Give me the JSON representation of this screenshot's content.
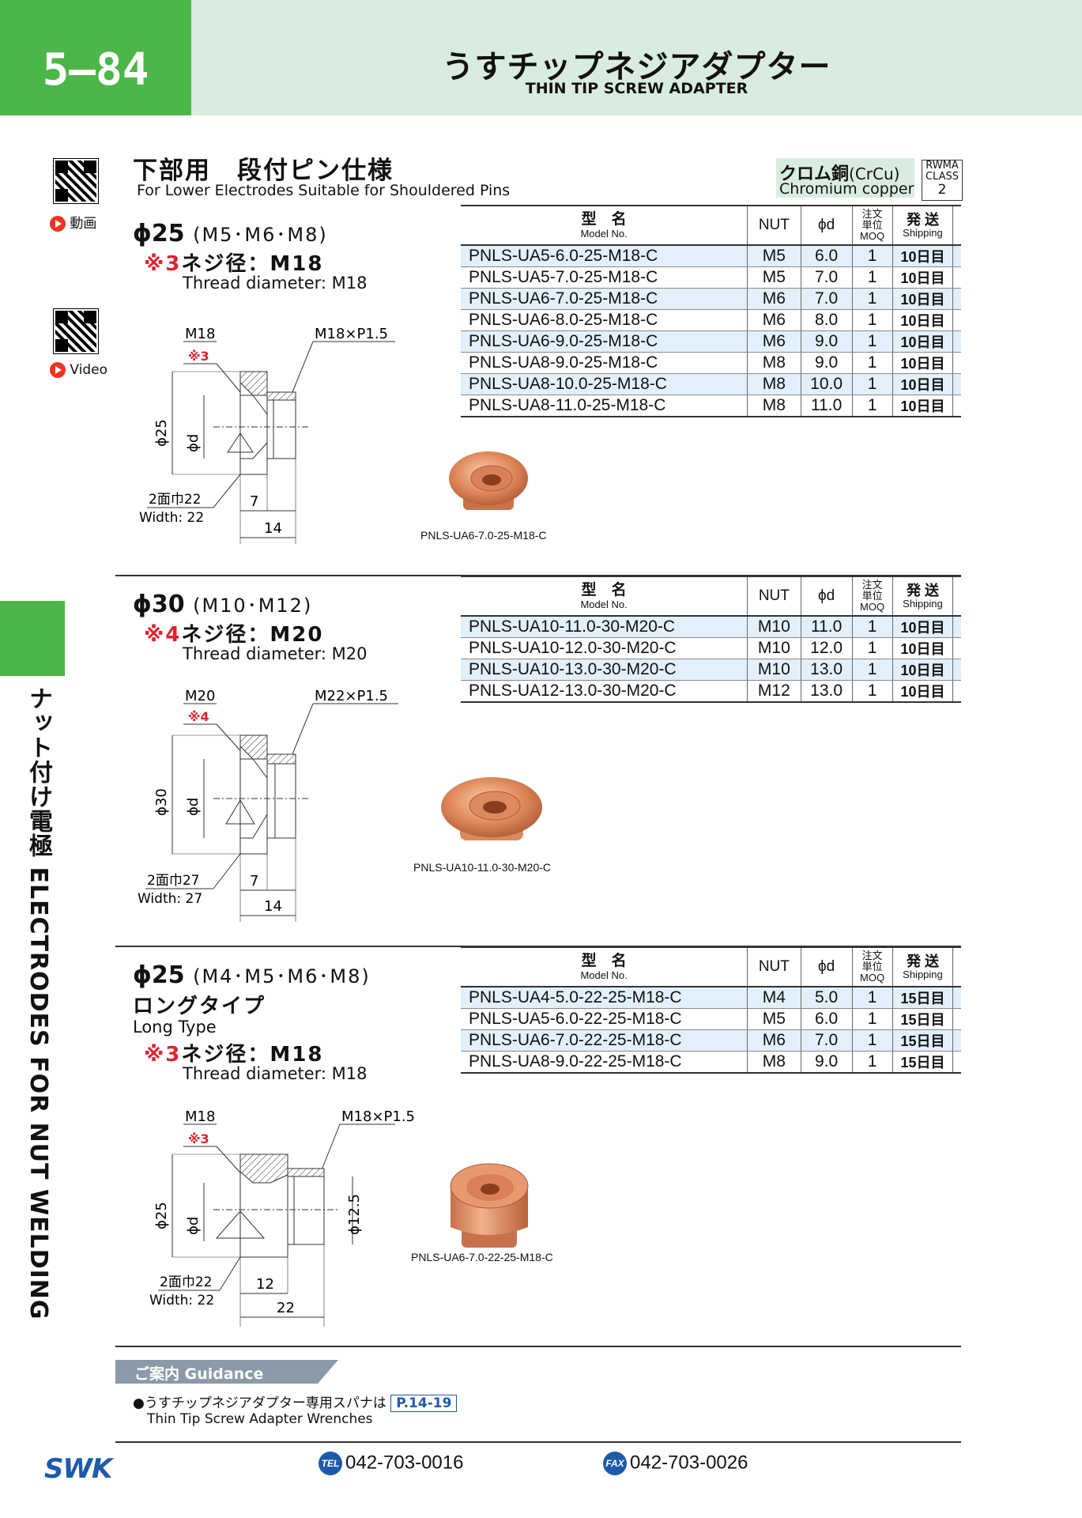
{
  "header": {
    "page_number": "5–84",
    "title_jp": "うすチップネジアダプター",
    "title_en": "THIN TIP SCREW ADAPTER"
  },
  "video": {
    "label_jp": "動画",
    "label_en": "Video"
  },
  "side": {
    "label_jp": "ナット付け電極",
    "label_en": "ELECTRODES FOR NUT WELDING"
  },
  "section": {
    "title_jp": "下部用　段付ピン仕様",
    "title_en": "For Lower Electrodes Suitable for Shouldered Pins"
  },
  "material": {
    "name_jp": "クロム銅",
    "code": "(CrCu)",
    "name_en": "Chromium copper"
  },
  "rwma": {
    "line1": "RWMA",
    "line2": "CLASS",
    "line3": "2"
  },
  "table_header": {
    "model_jp": "型　名",
    "model_en": "Model No.",
    "nut": "NUT",
    "d": "ϕd",
    "moq_jp1": "注文",
    "moq_jp2": "単位",
    "moq_en": "MOQ",
    "ship_jp": "発 送",
    "ship_en": "Shipping"
  },
  "groups": [
    {
      "phi": "ϕ25",
      "nuts": "(M5･M6･M8)",
      "long_jp": "",
      "long_en": "",
      "mark": "※3",
      "thread_jp": "ネジ径：M18",
      "thread_en": "Thread diameter: M18",
      "rows": [
        {
          "model": "PNLS-UA5-6.0-25-M18-C",
          "nut": "M5",
          "d": "6.0",
          "moq": "1",
          "ship": "10日目"
        },
        {
          "model": "PNLS-UA5-7.0-25-M18-C",
          "nut": "M5",
          "d": "7.0",
          "moq": "1",
          "ship": "10日目"
        },
        {
          "model": "PNLS-UA6-7.0-25-M18-C",
          "nut": "M6",
          "d": "7.0",
          "moq": "1",
          "ship": "10日目"
        },
        {
          "model": "PNLS-UA6-8.0-25-M18-C",
          "nut": "M6",
          "d": "8.0",
          "moq": "1",
          "ship": "10日目"
        },
        {
          "model": "PNLS-UA6-9.0-25-M18-C",
          "nut": "M6",
          "d": "9.0",
          "moq": "1",
          "ship": "10日目"
        },
        {
          "model": "PNLS-UA8-9.0-25-M18-C",
          "nut": "M8",
          "d": "9.0",
          "moq": "1",
          "ship": "10日目"
        },
        {
          "model": "PNLS-UA8-10.0-25-M18-C",
          "nut": "M8",
          "d": "10.0",
          "moq": "1",
          "ship": "10日目"
        },
        {
          "model": "PNLS-UA8-11.0-25-M18-C",
          "nut": "M8",
          "d": "11.0",
          "moq": "1",
          "ship": "10日目"
        }
      ],
      "drawing": {
        "thread": "M18",
        "mark": "※3",
        "pitch": "M18×P1.5",
        "dia": "ϕ25",
        "d": "ϕd",
        "width_jp": "2面巾22",
        "width_en": "Width: 22",
        "dim1": "7",
        "dim2": "14"
      },
      "photo_caption": "PNLS-UA6-7.0-25-M18-C"
    },
    {
      "phi": "ϕ30",
      "nuts": "(M10･M12)",
      "long_jp": "",
      "long_en": "",
      "mark": "※4",
      "thread_jp": "ネジ径：M20",
      "thread_en": "Thread diameter: M20",
      "rows": [
        {
          "model": "PNLS-UA10-11.0-30-M20-C",
          "nut": "M10",
          "d": "11.0",
          "moq": "1",
          "ship": "10日目"
        },
        {
          "model": "PNLS-UA10-12.0-30-M20-C",
          "nut": "M10",
          "d": "12.0",
          "moq": "1",
          "ship": "10日目"
        },
        {
          "model": "PNLS-UA10-13.0-30-M20-C",
          "nut": "M10",
          "d": "13.0",
          "moq": "1",
          "ship": "10日目"
        },
        {
          "model": "PNLS-UA12-13.0-30-M20-C",
          "nut": "M12",
          "d": "13.0",
          "moq": "1",
          "ship": "10日目"
        }
      ],
      "drawing": {
        "thread": "M20",
        "mark": "※4",
        "pitch": "M22×P1.5",
        "dia": "ϕ30",
        "d": "ϕd",
        "width_jp": "2面巾27",
        "width_en": "Width: 27",
        "dim1": "7",
        "dim2": "14"
      },
      "photo_caption": "PNLS-UA10-11.0-30-M20-C"
    },
    {
      "phi": "ϕ25",
      "nuts": "(M4･M5･M6･M8)",
      "long_jp": "ロングタイプ",
      "long_en": "Long Type",
      "mark": "※3",
      "thread_jp": "ネジ径：M18",
      "thread_en": "Thread diameter: M18",
      "rows": [
        {
          "model": "PNLS-UA4-5.0-22-25-M18-C",
          "nut": "M4",
          "d": "5.0",
          "moq": "1",
          "ship": "15日目"
        },
        {
          "model": "PNLS-UA5-6.0-22-25-M18-C",
          "nut": "M5",
          "d": "6.0",
          "moq": "1",
          "ship": "15日目"
        },
        {
          "model": "PNLS-UA6-7.0-22-25-M18-C",
          "nut": "M6",
          "d": "7.0",
          "moq": "1",
          "ship": "15日目"
        },
        {
          "model": "PNLS-UA8-9.0-22-25-M18-C",
          "nut": "M8",
          "d": "9.0",
          "moq": "1",
          "ship": "15日目"
        }
      ],
      "drawing": {
        "thread": "M18",
        "mark": "※3",
        "pitch": "M18×P1.5",
        "dia": "ϕ25",
        "d": "ϕd",
        "d2": "ϕ12.5",
        "width_jp": "2面巾22",
        "width_en": "Width: 22",
        "dim1": "12",
        "dim2": "22"
      },
      "photo_caption": "PNLS-UA6-7.0-22-25-M18-C"
    }
  ],
  "guidance": {
    "title": "ご案内 Guidance",
    "item_jp": "●うすチップネジアダプター専用スパナは",
    "link": "P.14-19",
    "item_en": "Thin Tip Screw Adapter Wrenches"
  },
  "footer": {
    "logo": "SWK",
    "tel_badge": "TEL",
    "tel": "042-703-0016",
    "fax_badge": "FAX",
    "fax": "042-703-0026"
  },
  "colors": {
    "green": "#4cb648",
    "mint": "#d9ece0",
    "row_blue": "#e2f0fb",
    "red": "#e0222c",
    "copper": "#e08a5c",
    "navy": "#1e5aa8"
  }
}
